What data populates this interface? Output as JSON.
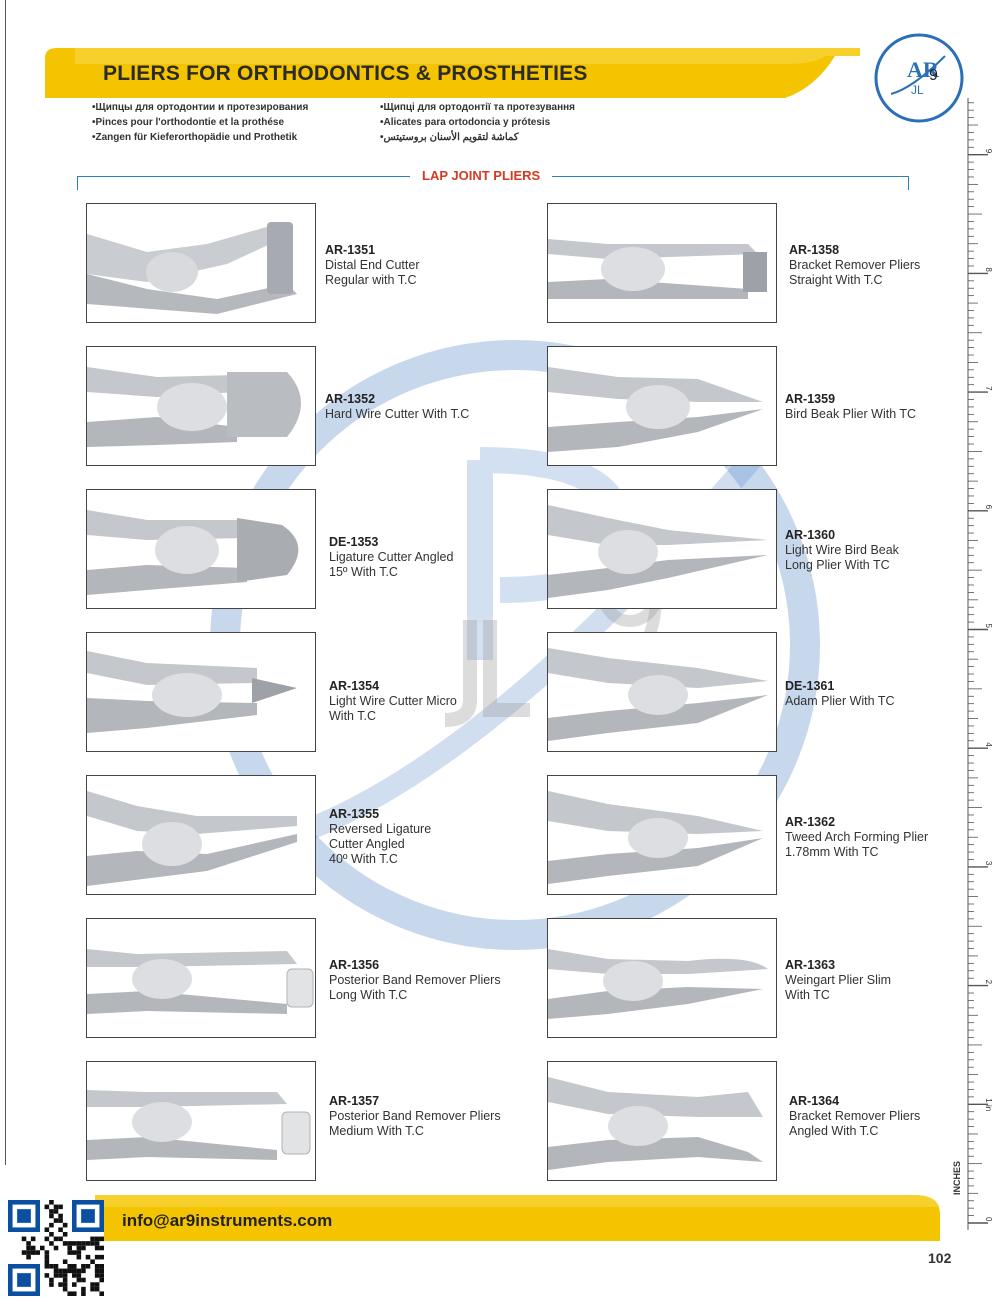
{
  "header": {
    "title": "PLIERS FOR ORTHODONTICS & PROSTHETIES",
    "languages_col1": [
      "Щипцы для ортодонтии и протезирования",
      "Pinces pour l'orthodontie et la prothése",
      "Zangen für Kieferorthopädie und Prothetik"
    ],
    "languages_col2": [
      "Щипці для ортодонтії та протезування",
      "Alicates para ortodoncia y prótesis",
      "كماشة لتقويم الأسنان بروستيتس"
    ]
  },
  "logo": {
    "text_top": "AR",
    "text_bottom": "JL",
    "digit": "9"
  },
  "section": {
    "title": "LAP JOINT PLIERS"
  },
  "products_left": [
    {
      "code_prefix": "AR-",
      "code_num": "1351",
      "line1": "Distal End Cutter",
      "line2": "Regular with T.C",
      "line3": ""
    },
    {
      "code_prefix": "AR-",
      "code_num": "1352",
      "line1": "Hard Wire Cutter With T.C",
      "line2": "",
      "line3": ""
    },
    {
      "code_prefix": "DE-",
      "code_num": "1353",
      "line1": "Ligature Cutter Angled",
      "line2": "15º With T.C",
      "line3": ""
    },
    {
      "code_prefix": "AR-",
      "code_num": "1354",
      "line1": "Light Wire Cutter Micro",
      "line2": "With T.C",
      "line3": ""
    },
    {
      "code_prefix": "AR-",
      "code_num": "1355",
      "line1": "Reversed Ligature",
      "line2": "Cutter Angled",
      "line3": "40º With T.C"
    },
    {
      "code_prefix": "AR-",
      "code_num": "1356",
      "line1": "Posterior Band Remover Pliers",
      "line2": "Long With T.C",
      "line3": ""
    },
    {
      "code_prefix": "AR-",
      "code_num": "1357",
      "line1": "Posterior Band Remover Pliers",
      "line2": "Medium With T.C",
      "line3": ""
    }
  ],
  "products_right": [
    {
      "code_prefix": "AR-",
      "code_num": "1358",
      "line1": "Bracket Remover Pliers",
      "line2": "Straight With T.C",
      "line3": ""
    },
    {
      "code_prefix": "AR-",
      "code_num": "1359",
      "line1": "Bird Beak Plier With TC",
      "line2": "",
      "line3": ""
    },
    {
      "code_prefix": "AR-",
      "code_num": "1360",
      "line1": "Light Wire Bird Beak",
      "line2": "Long Plier With TC",
      "line3": ""
    },
    {
      "code_prefix": "DE-",
      "code_num": "1361",
      "line1": "Adam Plier With TC",
      "line2": "",
      "line3": ""
    },
    {
      "code_prefix": "AR-",
      "code_num": "1362",
      "line1": "Tweed Arch Forming Plier",
      "line2": "1.78mm With TC",
      "line3": ""
    },
    {
      "code_prefix": "AR-",
      "code_num": "1363",
      "line1": "Weingart Plier Slim",
      "line2": "With TC",
      "line3": ""
    },
    {
      "code_prefix": "AR-",
      "code_num": "1364",
      "line1": "Bracket Remover Pliers",
      "line2": "Angled With T.C",
      "line3": ""
    }
  ],
  "ruler": {
    "unit_label": "INCHES",
    "numbers": [
      "0",
      "1 in",
      "2",
      "3",
      "4",
      "5",
      "6",
      "7",
      "8",
      "9"
    ]
  },
  "footer": {
    "email": "info@ar9instruments.com",
    "page_number": "102"
  },
  "colors": {
    "accent_yellow": "#f5c400",
    "accent_blue": "#2a6fb8",
    "section_red": "#d23a22"
  },
  "icons": [
    "logo-emblem",
    "qr-code",
    "plier-photo",
    "watermark-emblem"
  ]
}
